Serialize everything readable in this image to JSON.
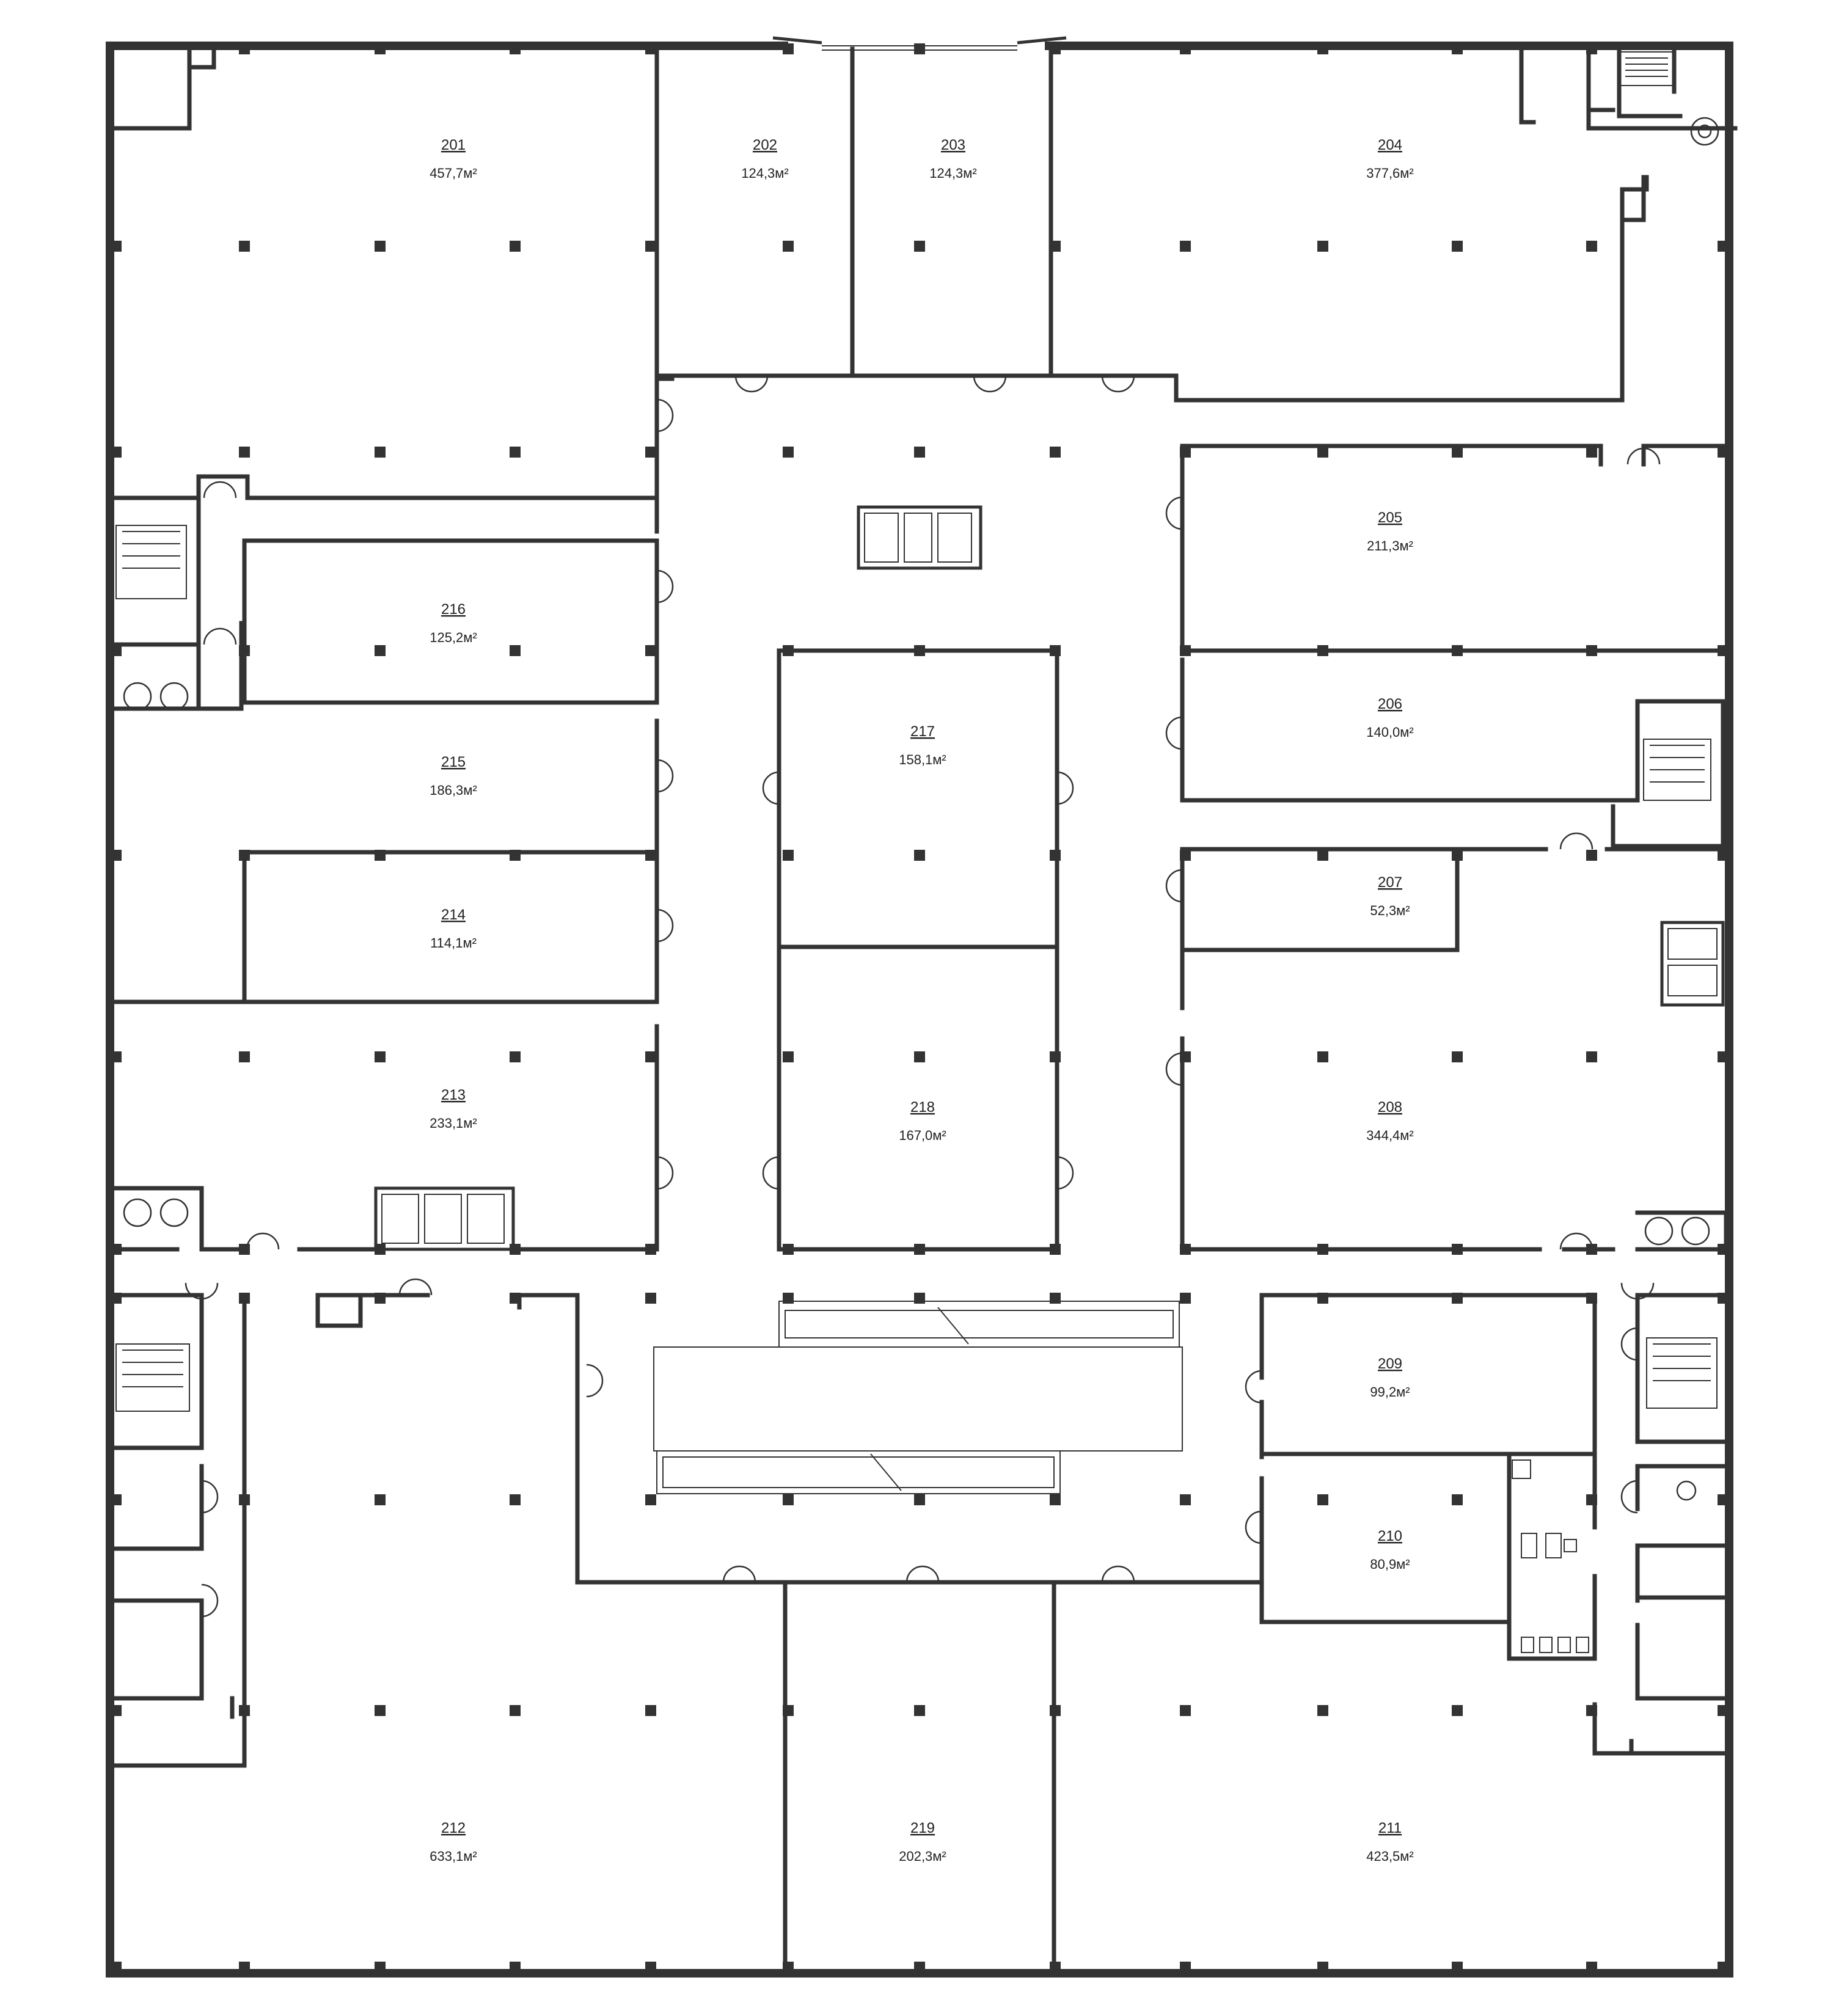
{
  "plan": {
    "rooms": [
      {
        "id": "201",
        "number": "201",
        "area": "457,7м²"
      },
      {
        "id": "202",
        "number": "202",
        "area": "124,3м²"
      },
      {
        "id": "203",
        "number": "203",
        "area": "124,3м²"
      },
      {
        "id": "204",
        "number": "204",
        "area": "377,6м²"
      },
      {
        "id": "205",
        "number": "205",
        "area": "211,3м²"
      },
      {
        "id": "206",
        "number": "206",
        "area": "140,0м²"
      },
      {
        "id": "207",
        "number": "207",
        "area": "52,3м²"
      },
      {
        "id": "208",
        "number": "208",
        "area": "344,4м²"
      },
      {
        "id": "209",
        "number": "209",
        "area": "99,2м²"
      },
      {
        "id": "210",
        "number": "210",
        "area": "80,9м²"
      },
      {
        "id": "211",
        "number": "211",
        "area": "423,5м²"
      },
      {
        "id": "212",
        "number": "212",
        "area": "633,1м²"
      },
      {
        "id": "213",
        "number": "213",
        "area": "233,1м²"
      },
      {
        "id": "214",
        "number": "214",
        "area": "114,1м²"
      },
      {
        "id": "215",
        "number": "215",
        "area": "186,3м²"
      },
      {
        "id": "216",
        "number": "216",
        "area": "125,2м²"
      },
      {
        "id": "217",
        "number": "217",
        "area": "158,1м²"
      },
      {
        "id": "218",
        "number": "218",
        "area": "167,0м²"
      },
      {
        "id": "219",
        "number": "219",
        "area": "202,3м²"
      }
    ],
    "icons": {
      "stairs": "staircase-icon",
      "elevator": "elevator-icon",
      "escalator": "escalator-icon",
      "accessible": "wheelchair-icon",
      "toilet": "toilet-icon",
      "column": "structural-column"
    }
  }
}
